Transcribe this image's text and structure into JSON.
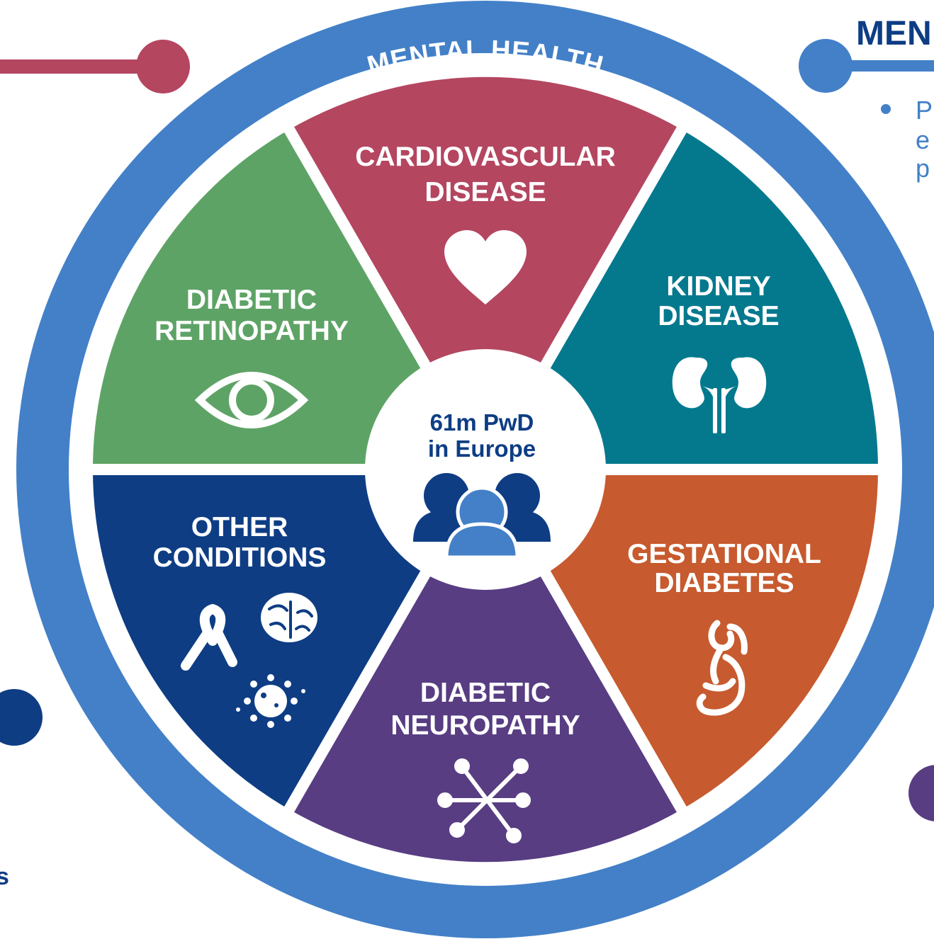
{
  "ring": {
    "label": "MENTAL HEALTH",
    "color": "#4380c8"
  },
  "center": {
    "line1": "61m PwD",
    "line2": "in Europe",
    "text_color": "#0e3d84",
    "icon": "people-group-icon"
  },
  "segments": [
    {
      "name": "cardiovascular",
      "lines": [
        "CARDIOVASCULAR",
        "DISEASE"
      ],
      "color": "#b44660",
      "icon": "heart-icon"
    },
    {
      "name": "kidney",
      "lines": [
        "KIDNEY",
        "DISEASE"
      ],
      "color": "#04798e",
      "icon": "kidneys-icon"
    },
    {
      "name": "gestational",
      "lines": [
        "GESTATIONAL",
        "DIABETES"
      ],
      "color": "#c75a2e",
      "icon": "pregnant-woman-icon"
    },
    {
      "name": "neuropathy",
      "lines": [
        "DIABETIC",
        "NEUROPATHY"
      ],
      "color": "#583d82",
      "icon": "nerve-icon"
    },
    {
      "name": "other",
      "lines": [
        "OTHER",
        "CONDITIONS"
      ],
      "color": "#0e3d84",
      "icon": "ribbon-brain-virus-icon"
    },
    {
      "name": "retinopathy",
      "lines": [
        "DIABETIC",
        "RETINOPATHY"
      ],
      "color": "#5ea366",
      "icon": "eye-icon"
    }
  ],
  "side_right": {
    "title": "MEN",
    "title_color": "#0e3d84",
    "line_color": "#4380c8",
    "bullet_lines": [
      "P",
      "e",
      "p"
    ],
    "text_color": "#4380c8"
  },
  "side_left": {
    "line_color": "#b44660",
    "dot_color": "#0e3d84",
    "cut_text": "s"
  },
  "side_bottom_right": {
    "dot_color": "#583d82"
  }
}
